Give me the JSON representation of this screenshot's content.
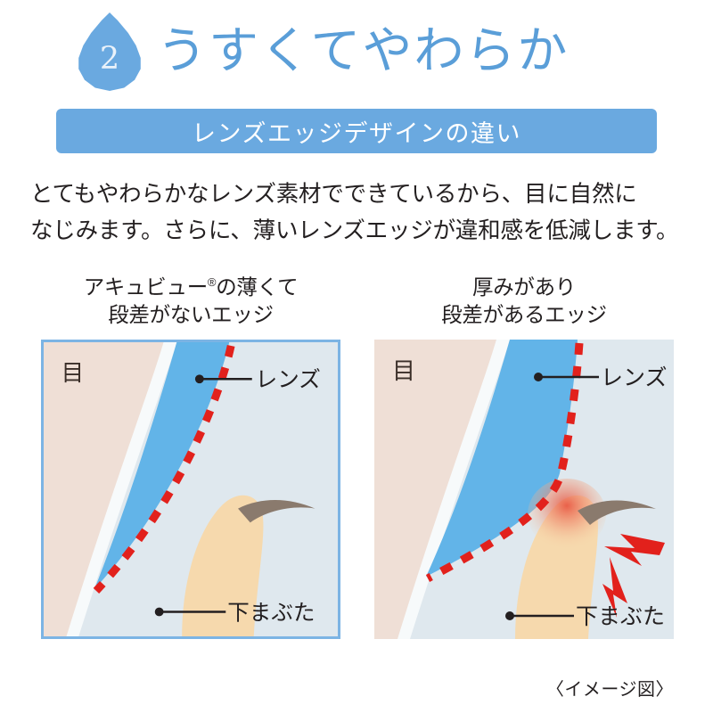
{
  "header": {
    "step_number": "2",
    "title": "うすくてやわらか",
    "drop_icon": "water-drop-icon",
    "accent_color": "#6aa9e0",
    "title_color": "#5a9ed8"
  },
  "banner": {
    "text": "レンズエッジデザインの違い",
    "background_color": "#6aa9e0",
    "text_color": "#ffffff"
  },
  "lead": {
    "line1": "とてもやわらかなレンズ素材でできているから、目に自然に",
    "line2": "なじみます。さらに、薄いレンズエッジが違和感を低減します。"
  },
  "panels": [
    {
      "id": "thin-edge",
      "caption_line1": "アキュビュー",
      "caption_trademark": "®",
      "caption_line1_rest": "の薄くて",
      "caption_line2": "段差がないエッジ",
      "bordered": true,
      "labels": {
        "eye": "目",
        "lens": "レンズ",
        "lower_lid": "下まぶた"
      },
      "has_irritation": false,
      "has_lightning": false
    },
    {
      "id": "thick-edge",
      "caption_line1": "厚みがあり",
      "caption_line2": "段差があるエッジ",
      "bordered": false,
      "labels": {
        "eye": "目",
        "lens": "レンズ",
        "lower_lid": "下まぶた"
      },
      "has_irritation": true,
      "has_lightning": true
    }
  ],
  "footnote": {
    "text": "〈イメージ図〉"
  },
  "colors": {
    "lens_blue": "#62b4e8",
    "panel_background": "#dfe8ee",
    "eye_pink": "#efdfd6",
    "eyelid_tan": "#f6d9ad",
    "eyelash_brown": "#8a7a6d",
    "dash_red": "#e2211c",
    "irritation_red": "#e8503c",
    "panel_border": "#7cb4e4"
  }
}
